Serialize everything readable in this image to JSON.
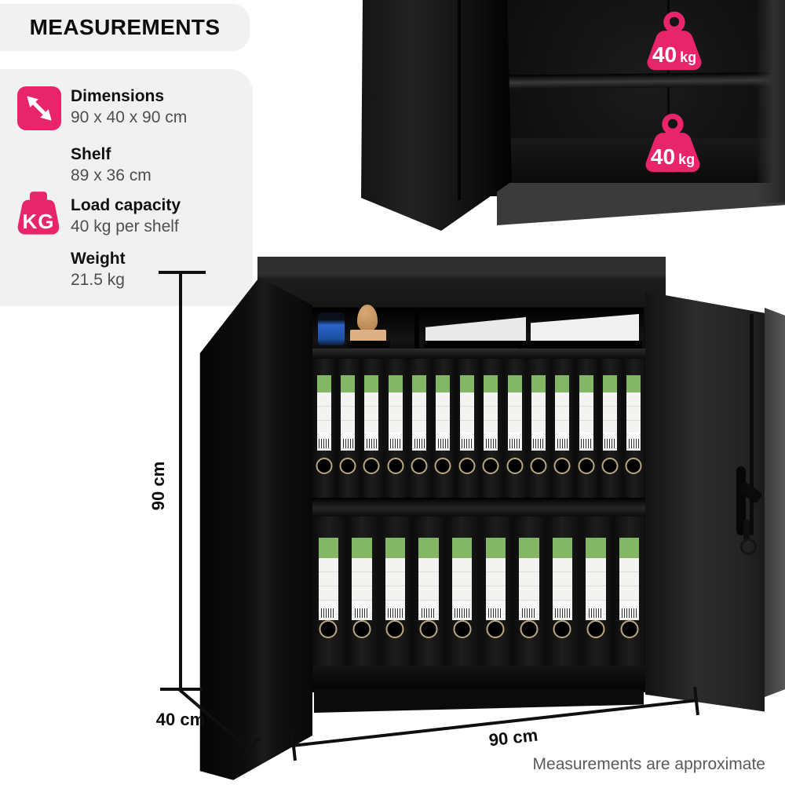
{
  "title": "MEASUREMENTS",
  "footnote": "Measurements are approximate",
  "colors": {
    "accent_pink": "#e8256b",
    "panel_gray": "#f1f1f2",
    "binder_green": "#84b765"
  },
  "specs": {
    "dimensions": {
      "label": "Dimensions",
      "value": "90 x 40 x 90 cm",
      "icon": "diagonal-arrows-icon"
    },
    "shelf": {
      "label": "Shelf",
      "value": "89 x 36 cm"
    },
    "load_capacity": {
      "label": "Load capacity",
      "value": "40 kg per shelf",
      "icon": "kg-weight-icon",
      "icon_text": "KG"
    },
    "weight": {
      "label": "Weight",
      "value": "21.5 kg"
    }
  },
  "shelf_load_badges": [
    {
      "value": "40",
      "unit": "kg"
    },
    {
      "value": "40",
      "unit": "kg"
    }
  ],
  "dimension_labels": {
    "height": "90 cm",
    "depth": "40 cm",
    "width": "90 cm"
  },
  "cabinet": {
    "shelves": [
      {
        "binder_count": 14
      },
      {
        "binder_count": 10
      }
    ]
  }
}
